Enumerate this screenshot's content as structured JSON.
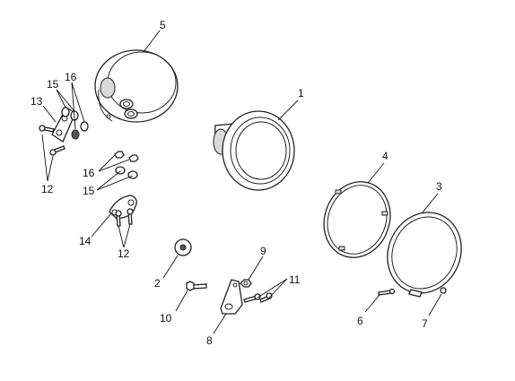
{
  "labels": {
    "p1": "1",
    "p2": "2",
    "p3": "3",
    "p4": "4",
    "p5": "5",
    "p6": "6",
    "p7": "7",
    "p8": "8",
    "p9": "9",
    "p10": "10",
    "p11": "11",
    "p12a": "12",
    "p12b": "12",
    "p13": "13",
    "p14": "14",
    "p15a": "15",
    "p15b": "15",
    "p16a": "16",
    "p16b": "16"
  }
}
